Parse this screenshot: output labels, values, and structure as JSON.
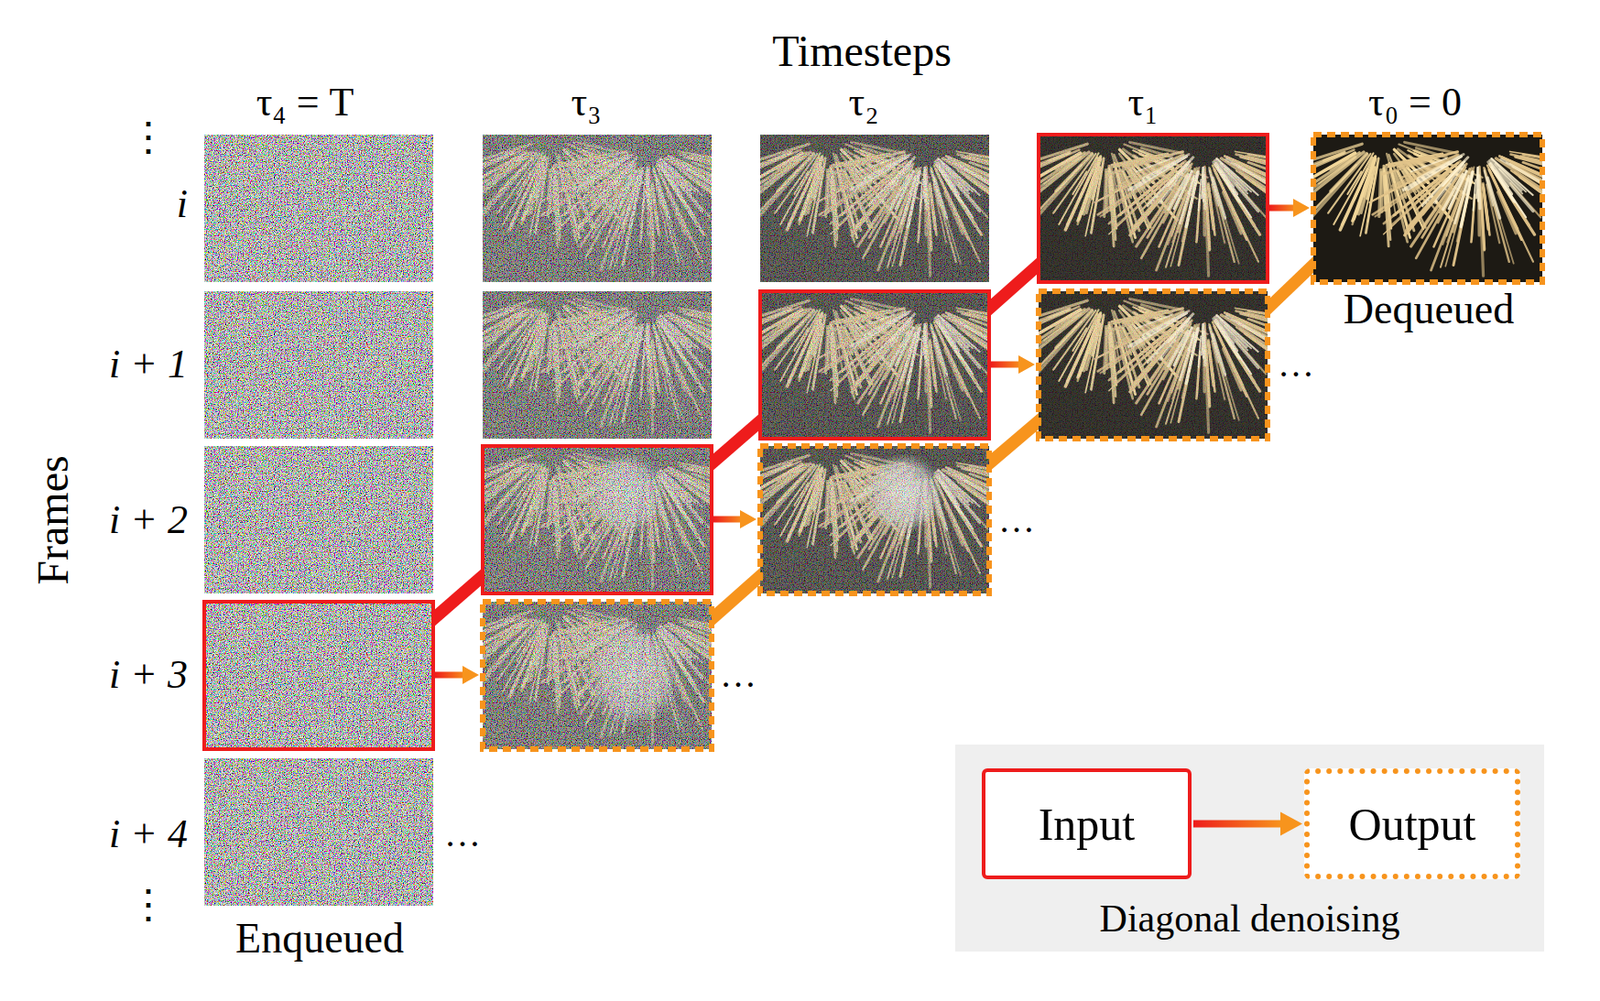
{
  "diagram": {
    "nodes": [
      {
        "text": [
          "Diagonal denoising"
        ]
      },
      {
        "text": [
          "Input"
        ],
        "in": 0
      },
      {
        "text": [
          "Output"
        ],
        "in": 0
      }
    ],
    "edges": [
      {
        "from": 1,
        "to": 2,
        "arrow": "to"
      }
    ],
    "labels": [
      "Timesteps",
      "τ₄ = T",
      "τ₃",
      "τ₂",
      "τ₁",
      "τ₀ = 0",
      "Frames",
      "⋮",
      "i",
      "i + 1",
      "i + 2",
      "i + 3",
      "i + 4",
      "⋮",
      "Enqueued",
      "Dequeued",
      "…",
      "…",
      "…",
      "…"
    ]
  }
}
